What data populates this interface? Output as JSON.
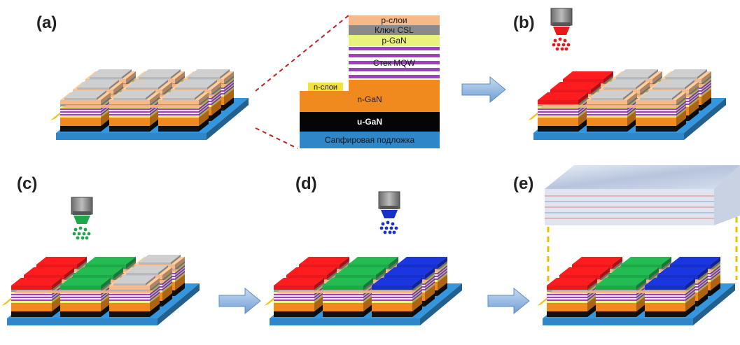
{
  "panel_labels": {
    "a": "(a)",
    "b": "(b)",
    "c": "(c)",
    "d": "(d)",
    "e": "(e)"
  },
  "layer_stack": {
    "p_layers": "p-слои",
    "csl_key": "Ключ CSL",
    "p_gan": "p-GaN",
    "mqw_stack": "Стек MQW",
    "n_layers": "n-слои",
    "n_gan": "n-GaN",
    "u_gan": "u-GaN",
    "sapphire": "Сапфировая подложка"
  },
  "colors": {
    "red": "#e8191c",
    "green": "#1fa84a",
    "blue": "#1630c8",
    "orange": "#f08a1e",
    "sapphire": "#2f86c8",
    "purple": "#a23fc0",
    "yellow": "#e9f27c",
    "gray": "#9a9a9a",
    "peach": "#f6b98a",
    "arrow": "#8fb6e0"
  }
}
